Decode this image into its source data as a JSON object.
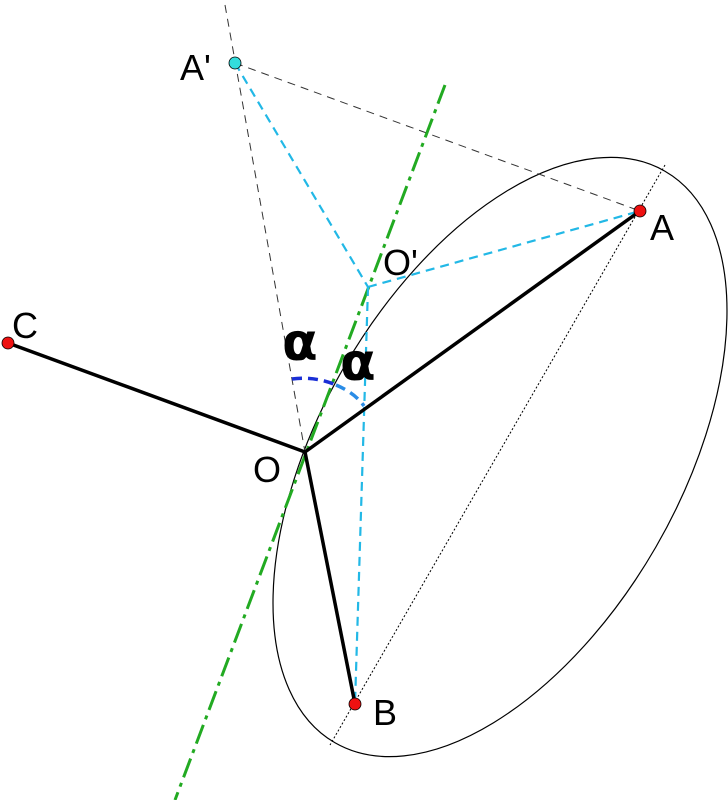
{
  "labels": {
    "A": "A",
    "A_prime": "A'",
    "B": "B",
    "C": "C",
    "O": "O",
    "O_prime": "O'",
    "alpha1": "α",
    "alpha2": "α"
  },
  "colors": {
    "axis": "#22aa22",
    "reflection": "#22b8e6",
    "arc1": "#1a2fd6",
    "arc2": "#2a8ce6",
    "point": "#ee1111",
    "point_reflected": "#33dddd"
  }
}
